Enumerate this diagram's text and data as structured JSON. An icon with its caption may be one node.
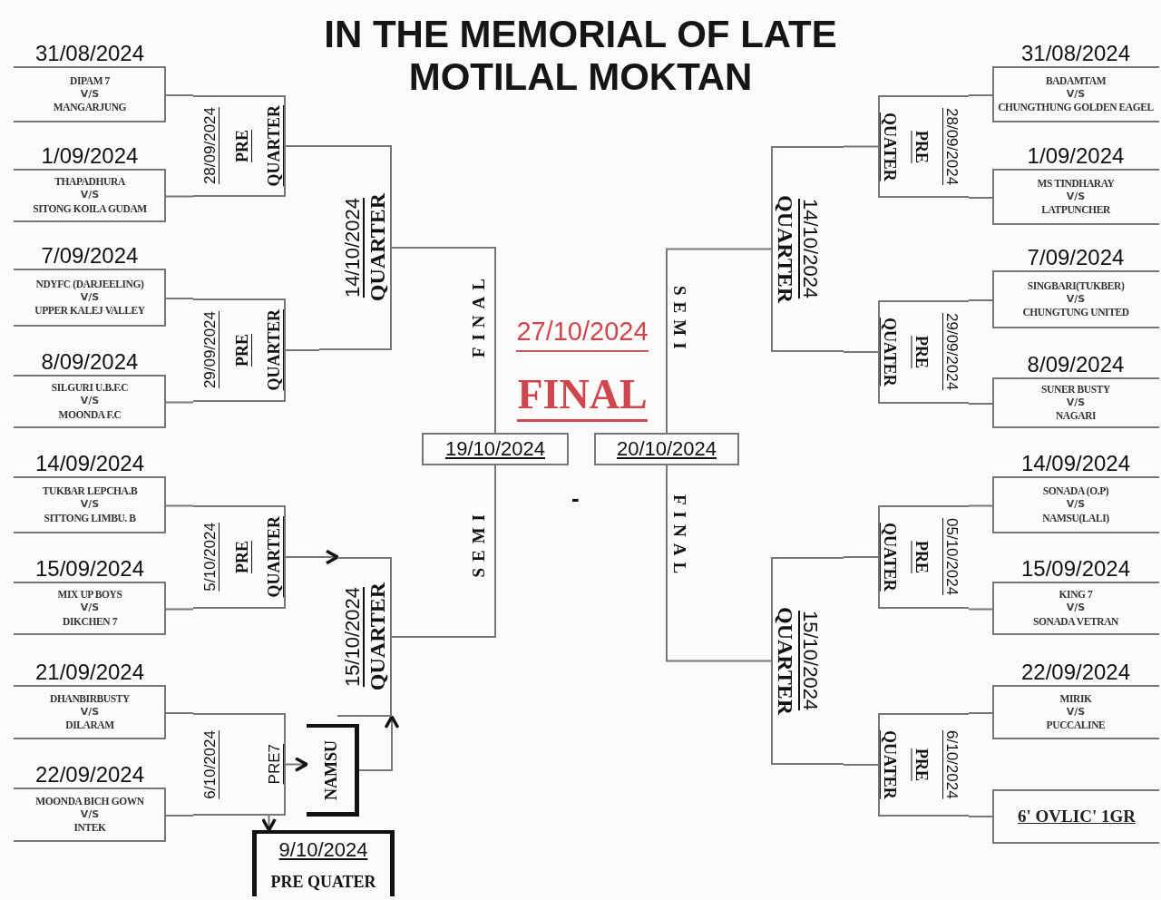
{
  "diagram": {
    "title": "IN THE MEMORIAL OF LATE MOTILAL MOKTAN",
    "nodes": [
      {
        "text": [
          "31/08/2024",
          "DIPAM 7",
          "V/S",
          "MANGARJUNG"
        ]
      },
      {
        "text": [
          "1/09/2024",
          "THAPADHURA",
          "V/S",
          "SITONG KOILA GUDAM"
        ]
      },
      {
        "text": [
          "7/09/2024",
          "NDYFC (DARJEELING)",
          "V/S",
          "UPPER KALEJ VALLEY"
        ]
      },
      {
        "text": [
          "8/09/2024",
          "SILGURI U.B.F.C",
          "V/S",
          "MOONDA F.C"
        ]
      },
      {
        "text": [
          "14/09/2024",
          "TUKBAR LEPCHA.B",
          "V/S",
          "SITTONG LIMBU. B"
        ]
      },
      {
        "text": [
          "15/09/2024",
          "MIX UP BOYS",
          "V/S",
          "DIKCHEN 7"
        ]
      },
      {
        "text": [
          "21/09/2024",
          "DHANBIRBUSTY",
          "V/S",
          "DILARAM"
        ]
      },
      {
        "text": [
          "22/09/2024",
          "MOONDA BICH GOWN",
          "V/S",
          "INTEK"
        ]
      },
      {
        "text": [
          "28/09/2024",
          "PRE",
          "QUARTER"
        ]
      },
      {
        "text": [
          "29/09/2024",
          "PRE",
          "QUARTER"
        ]
      },
      {
        "text": [
          "5/10/2024",
          "PRE",
          "QUARTER"
        ]
      },
      {
        "text": [
          "6/10/2024",
          "PRE7"
        ]
      },
      {
        "text": [
          "NAMSU"
        ]
      },
      {
        "text": [
          "9/10/2024",
          "PRE QUATER"
        ]
      },
      {
        "text": [
          "14/10/2024",
          "QUARTER"
        ]
      },
      {
        "text": [
          "15/10/2024",
          "QUARTER"
        ]
      },
      {
        "text": [
          "19/10/2024"
        ]
      },
      {
        "text": [
          "20/10/2024"
        ]
      },
      {
        "text": [
          "27/10/2024",
          "FINAL"
        ]
      },
      {
        "text": [
          "QUARTER",
          "14/10/2024"
        ]
      },
      {
        "text": [
          "QUARTER",
          "15/10/2024"
        ]
      },
      {
        "text": [
          "QUATER",
          "PRE",
          "28/09/2024"
        ]
      },
      {
        "text": [
          "QUATER",
          "PRE",
          "29/09/2024"
        ]
      },
      {
        "text": [
          "QUATER",
          "PRE",
          "05/10/2024"
        ]
      },
      {
        "text": [
          "QUATER",
          "PRE",
          "6/10/2024"
        ]
      },
      {
        "text": [
          "31/08/2024",
          "BADAMTAM",
          "V/S",
          "CHUNGTHUNG GOLDEN EAGEL"
        ]
      },
      {
        "text": [
          "1/09/2024",
          "MS TINDHARAY",
          "V/S",
          "LATPUNCHER"
        ]
      },
      {
        "text": [
          "7/09/2024",
          "SINGBARI(TUKBER)",
          "V/S",
          "CHUNGTUNG UNITED"
        ]
      },
      {
        "text": [
          "8/09/2024",
          "SUNER BUSTY",
          "V/S",
          "NAGARI"
        ]
      },
      {
        "text": [
          "14/09/2024",
          "SONADA (O.P)",
          "V/S",
          "NAMSU(LALI)"
        ]
      },
      {
        "text": [
          "15/09/2024",
          "KING 7",
          "V/S",
          "SONADA VETRAN"
        ]
      },
      {
        "text": [
          "22/09/2024",
          "MIRIK",
          "V/S",
          "PUCCALINE"
        ]
      },
      {
        "text": [
          "6' OVLIC' 1GR"
        ]
      }
    ],
    "edges": [
      {
        "from": 0,
        "to": 8,
        "arrow": "none"
      },
      {
        "from": 1,
        "to": 8,
        "arrow": "none"
      },
      {
        "from": 2,
        "to": 9,
        "arrow": "none"
      },
      {
        "from": 3,
        "to": 9,
        "arrow": "none"
      },
      {
        "from": 4,
        "to": 10,
        "arrow": "none"
      },
      {
        "from": 5,
        "to": 10,
        "arrow": "none"
      },
      {
        "from": 6,
        "to": 11,
        "arrow": "none"
      },
      {
        "from": 7,
        "to": 11,
        "arrow": "none"
      },
      {
        "from": 8,
        "to": 14,
        "arrow": "none"
      },
      {
        "from": 9,
        "to": 14,
        "arrow": "none"
      },
      {
        "from": 10,
        "to": 15,
        "arrow": "to"
      },
      {
        "from": 11,
        "to": 12,
        "arrow": "to"
      },
      {
        "from": 11,
        "to": 13,
        "arrow": "to"
      },
      {
        "from": 12,
        "to": 15,
        "arrow": "to"
      },
      {
        "from": 14,
        "to": 16,
        "arrow": "none"
      },
      {
        "from": 15,
        "to": 16,
        "arrow": "none"
      },
      {
        "from": 19,
        "to": 17,
        "arrow": "none"
      },
      {
        "from": 20,
        "to": 17,
        "arrow": "none"
      },
      {
        "from": 21,
        "to": 19,
        "arrow": "none"
      },
      {
        "from": 22,
        "to": 19,
        "arrow": "none"
      },
      {
        "from": 23,
        "to": 20,
        "arrow": "none"
      },
      {
        "from": 24,
        "to": 20,
        "arrow": "none"
      },
      {
        "from": 25,
        "to": 21,
        "arrow": "none"
      },
      {
        "from": 26,
        "to": 21,
        "arrow": "none"
      },
      {
        "from": 27,
        "to": 22,
        "arrow": "none"
      },
      {
        "from": 28,
        "to": 22,
        "arrow": "none"
      },
      {
        "from": 29,
        "to": 23,
        "arrow": "none"
      },
      {
        "from": 30,
        "to": 23,
        "arrow": "none"
      },
      {
        "from": 31,
        "to": 24,
        "arrow": "none"
      },
      {
        "from": 32,
        "to": 24,
        "arrow": "none"
      }
    ],
    "labels": [
      "FINAL",
      "SEMI",
      "FINAL",
      "-",
      "SEMI"
    ]
  }
}
